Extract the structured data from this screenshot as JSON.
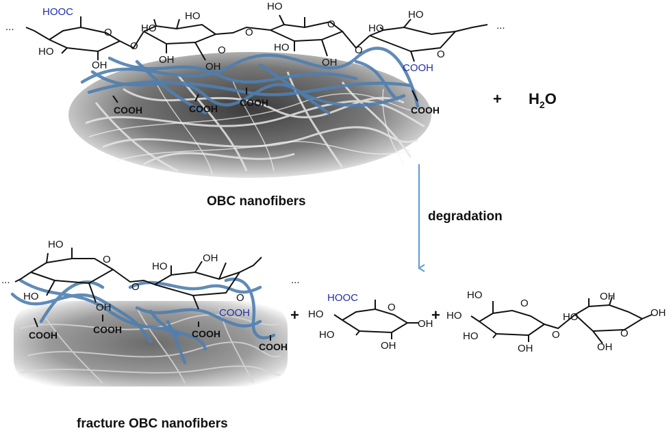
{
  "diagram": {
    "top_panel": {
      "caption": "OBC nanofibers",
      "plus": "+",
      "water": {
        "main": "H",
        "sub": "2",
        "tail": "O"
      },
      "ellipsis_left": "...",
      "ellipsis_right": "...",
      "groups": {
        "hooc_blue": "HOOC",
        "cooh_blue": "COOH",
        "ho": "HO",
        "oh": "OH",
        "o": "O",
        "cooh_black": "COOH"
      }
    },
    "arrow_label": "degradation",
    "bottom_panel": {
      "caption": "fracture OBC nanofibers",
      "plus": "+",
      "ellipsis_left": "...",
      "ellipsis_right": "...",
      "groups": {
        "ho": "HO",
        "oh": "OH",
        "o": "O",
        "cooh_blue": "COOH",
        "cooh_black": "COOH"
      }
    },
    "product_glucuronic": {
      "hooc": "HOOC",
      "ho": "HO",
      "oh": "OH",
      "o": "O"
    },
    "product_plus": "+",
    "product_cellobiose": {
      "ho": "HO",
      "oh": "OH",
      "o": "O"
    },
    "colors": {
      "fiber_blue": "#4f7fb0",
      "text_blue": "#1f2fa8",
      "arrow_blue": "#5b9bd5",
      "text_black": "#111111"
    }
  }
}
